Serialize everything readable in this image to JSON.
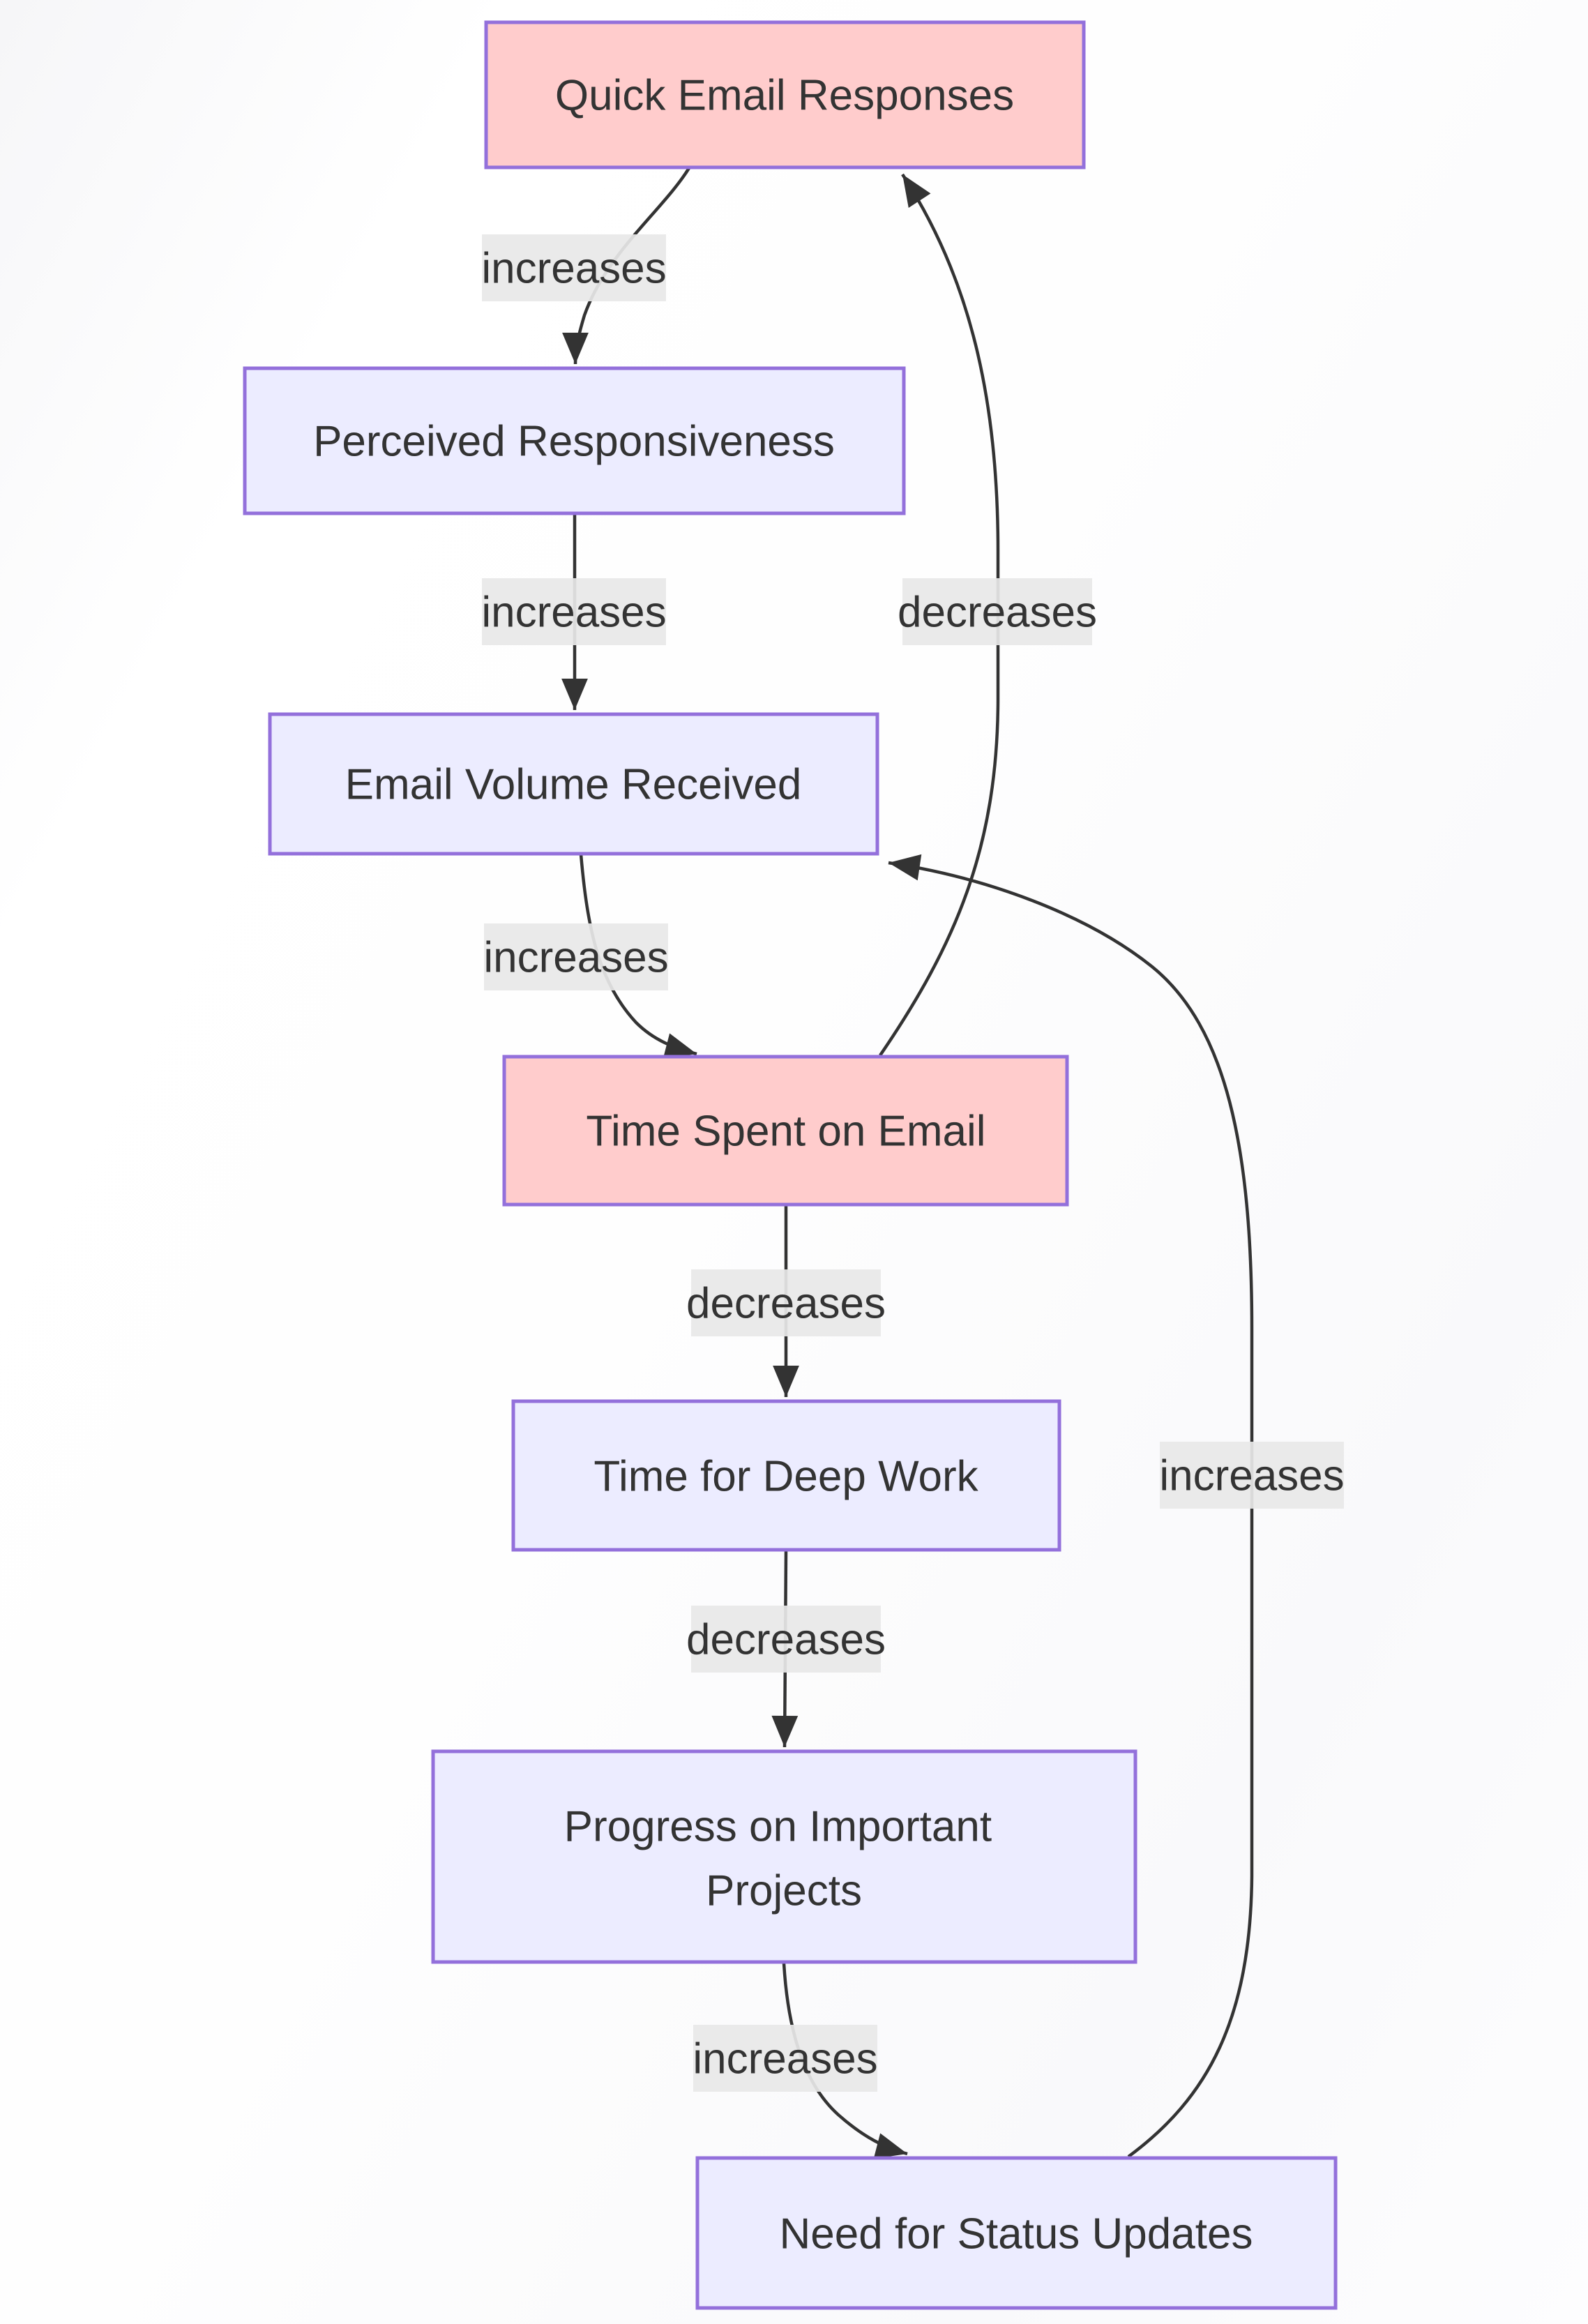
{
  "diagram": {
    "type": "flowchart",
    "direction": "top-down",
    "nodes": {
      "quick_email": {
        "label": "Quick Email Responses",
        "style": "highlight"
      },
      "perceived": {
        "label": "Perceived Responsiveness",
        "style": "default"
      },
      "email_volume": {
        "label": "Email Volume Received",
        "style": "default"
      },
      "time_email": {
        "label": "Time Spent on Email",
        "style": "highlight"
      },
      "deep_work": {
        "label": "Time for Deep Work",
        "style": "default"
      },
      "progress": {
        "label": "Progress on Important Projects",
        "line1": "Progress on Important",
        "line2": "Projects",
        "style": "default"
      },
      "status_updates": {
        "label": "Need for Status Updates",
        "style": "default"
      }
    },
    "edge_labels": {
      "a_b": "increases",
      "b_c": "increases",
      "c_d": "increases",
      "d_a": "decreases",
      "d_e": "decreases",
      "e_f": "decreases",
      "f_g": "increases",
      "g_c": "increases"
    },
    "edges": [
      {
        "from": "Quick Email Responses",
        "to": "Perceived Responsiveness",
        "label": "increases"
      },
      {
        "from": "Perceived Responsiveness",
        "to": "Email Volume Received",
        "label": "increases"
      },
      {
        "from": "Email Volume Received",
        "to": "Time Spent on Email",
        "label": "increases"
      },
      {
        "from": "Time Spent on Email",
        "to": "Quick Email Responses",
        "label": "decreases"
      },
      {
        "from": "Time Spent on Email",
        "to": "Time for Deep Work",
        "label": "decreases"
      },
      {
        "from": "Time for Deep Work",
        "to": "Progress on Important Projects",
        "label": "decreases"
      },
      {
        "from": "Progress on Important Projects",
        "to": "Need for Status Updates",
        "label": "increases"
      },
      {
        "from": "Need for Status Updates",
        "to": "Email Volume Received",
        "label": "increases"
      }
    ],
    "colors": {
      "node_fill_default": "#ECECFF",
      "node_fill_highlight": "#FFCCCC",
      "node_border": "#9370DB",
      "edge_stroke": "#333333",
      "text": "#333333",
      "label_bg": "#E8E8E8"
    }
  }
}
